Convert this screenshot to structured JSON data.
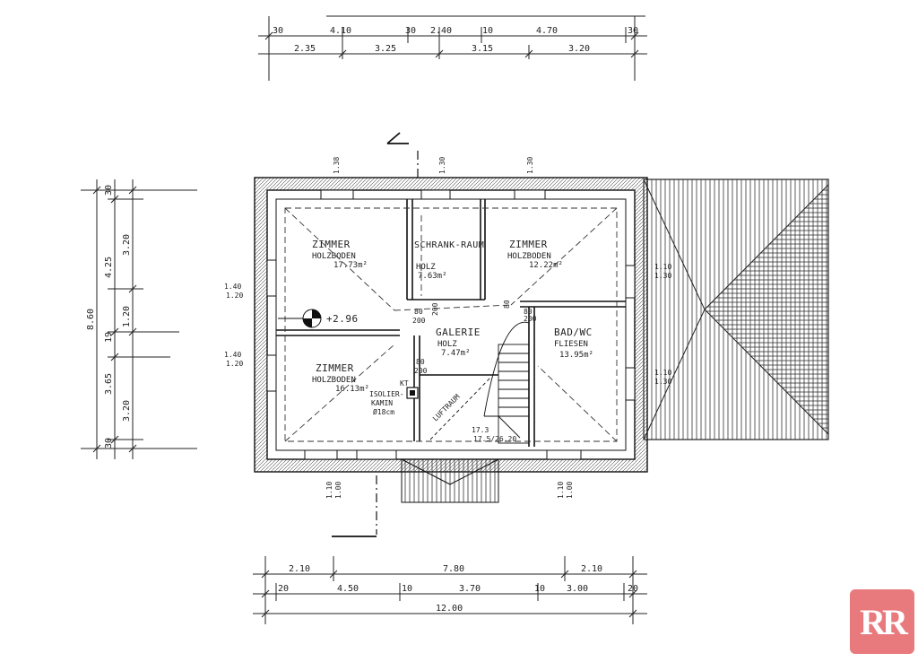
{
  "colors": {
    "line": "#1a1a1a",
    "logo_bg": "#e87a7e",
    "logo_fg": "#ffffff"
  },
  "dims_top": {
    "row1": [
      "30",
      "4.10",
      "30",
      "2.40",
      "10",
      "4.70",
      "30"
    ],
    "row2": [
      "2.35",
      "3.25",
      "3.15",
      "3.20"
    ]
  },
  "dims_bottom": {
    "row1": [
      "2.10",
      "7.80",
      "2.10"
    ],
    "row2": [
      "20",
      "4.50",
      "10",
      "3.70",
      "10",
      "3.00",
      "20"
    ],
    "row3": [
      "12.00"
    ]
  },
  "dims_left": {
    "outer": [
      "8.60"
    ],
    "mid": [
      "30",
      "4.25",
      "19",
      "3.65",
      "30"
    ],
    "inner": [
      "3.20",
      "1.20",
      "3.20"
    ]
  },
  "openings": {
    "top": [
      "1.38",
      "1.30",
      "1.30"
    ],
    "left": [
      "1.40",
      "1.20",
      "1.40",
      "1.20"
    ],
    "right": [
      "1.10",
      "1.30",
      "1.10",
      "1.30"
    ],
    "bottom": [
      "1.10",
      "1.00",
      "1.10",
      "1.00"
    ],
    "inner": [
      "80",
      "200",
      "80",
      "200",
      "80",
      "200",
      "80",
      "200"
    ]
  },
  "rooms": [
    {
      "name": "ZIMMER",
      "floor": "HOLZBODEN",
      "area": "17.73m²"
    },
    {
      "name": "SCHRANK-RAUM",
      "floor": "HOLZ",
      "area": "7.63m²"
    },
    {
      "name": "ZIMMER",
      "floor": "HOLZBODEN",
      "area": "12.22m²"
    },
    {
      "name": "GALERIE",
      "floor": "HOLZ",
      "area": "7.47m²"
    },
    {
      "name": "BAD/WC",
      "floor": "FLIESEN",
      "area": "13.95m²"
    },
    {
      "name": "ZIMMER",
      "floor": "HOLZBODEN",
      "area": "16.13m²"
    }
  ],
  "annotations": {
    "level": "+2.96",
    "chimney_code": "KT",
    "chimney_line1": "ISOLIER-",
    "chimney_line2": "KAMIN",
    "chimney_line3": "Ø18cm",
    "stair_label": "LUFTRAUM",
    "stair_steps": "17.3",
    "stair_spec": "17.5/26.20",
    "section": "L"
  },
  "logo": {
    "text": "RR"
  }
}
